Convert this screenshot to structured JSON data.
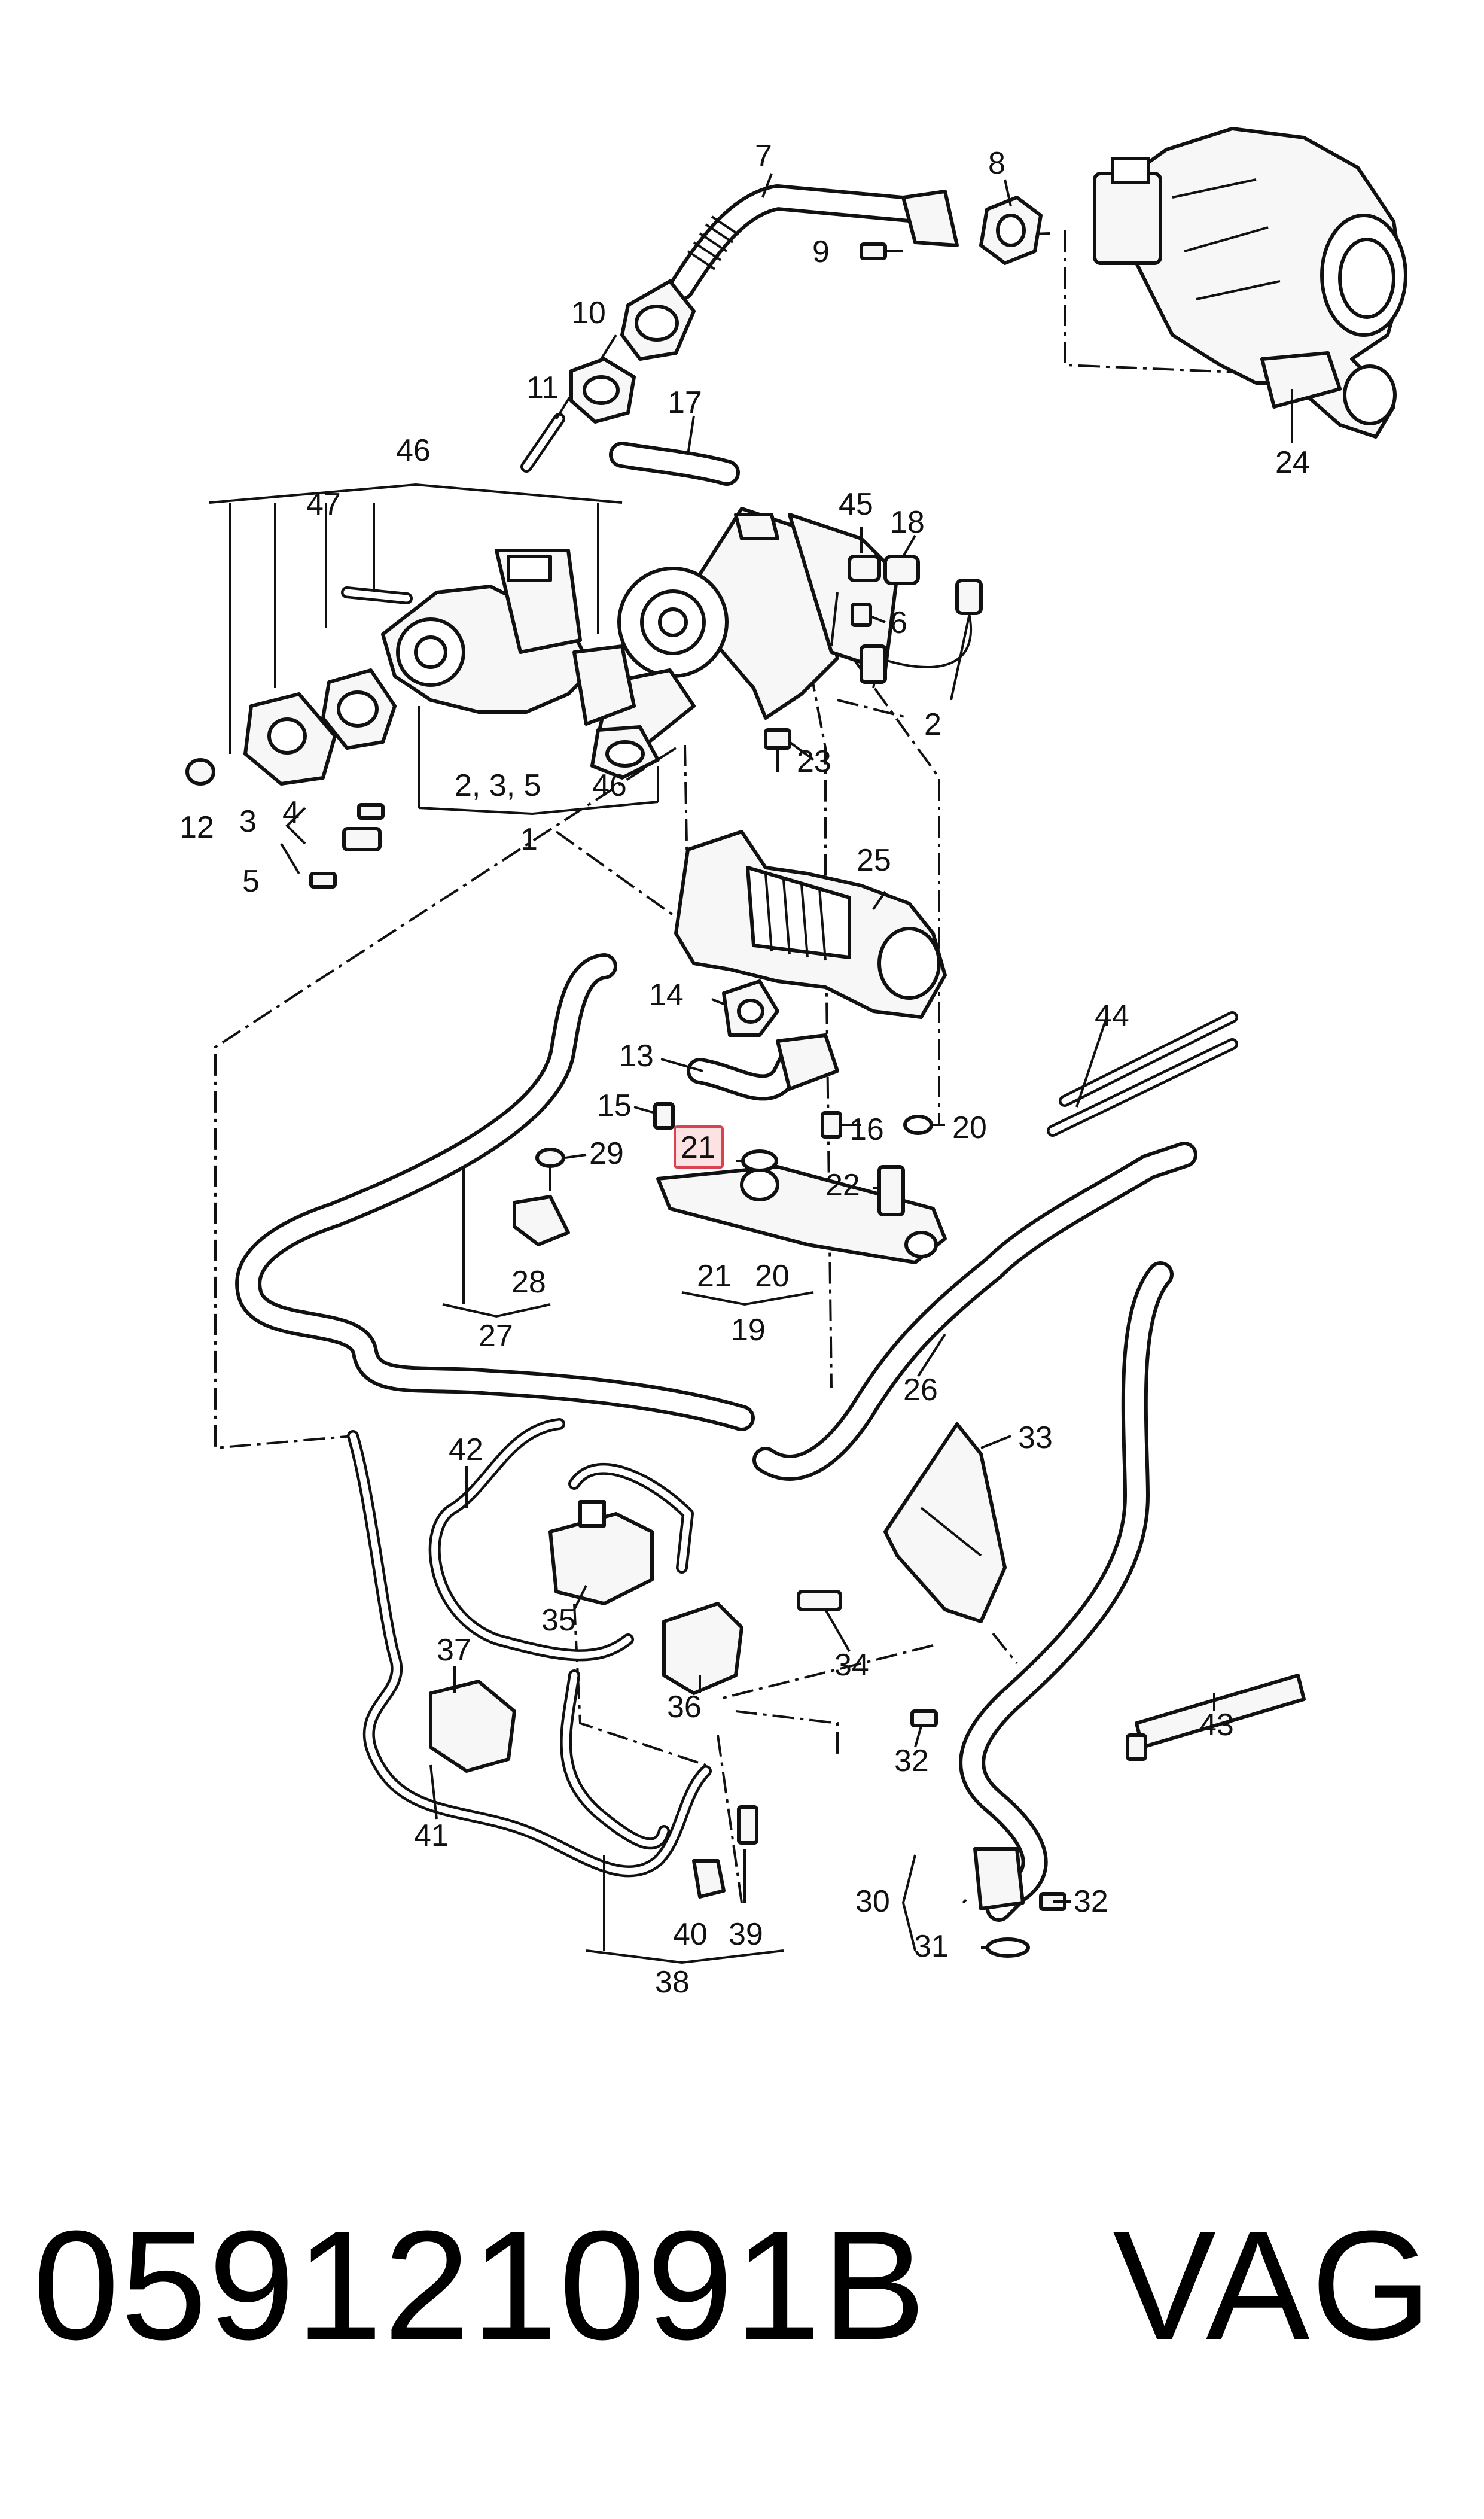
{
  "callouts": {
    "c1": "1",
    "c2": "2",
    "c3": "3",
    "c4": "4",
    "c5": "5",
    "c6": "6",
    "c7": "7",
    "c8": "8",
    "c9": "9",
    "c10": "10",
    "c11": "11",
    "c12": "12",
    "c13": "13",
    "c14": "14",
    "c15": "15",
    "c16": "16",
    "c17": "17",
    "c18": "18",
    "c19": "19",
    "c20a": "20",
    "c20b": "20",
    "c21a": "21",
    "c21b": "21",
    "c22": "22",
    "c23": "23",
    "c24": "24",
    "c25": "25",
    "c26": "26",
    "c27": "27",
    "c28": "28",
    "c29": "29",
    "c30": "30",
    "c31": "31",
    "c32a": "32",
    "c32b": "32",
    "c33": "33",
    "c34": "34",
    "c35": "35",
    "c36": "36",
    "c37": "37",
    "c38": "38",
    "c39": "39",
    "c40": "40",
    "c41": "41",
    "c42": "42",
    "c43": "43",
    "c44": "44",
    "c45": "45",
    "c46a": "46",
    "c46b": "46",
    "c47": "47",
    "c235": "2, 3, 5"
  },
  "highlighted_callout": "21",
  "highlight_color": "#d9434f",
  "footer": {
    "part_number": "059121091B",
    "brand": "VAG"
  }
}
